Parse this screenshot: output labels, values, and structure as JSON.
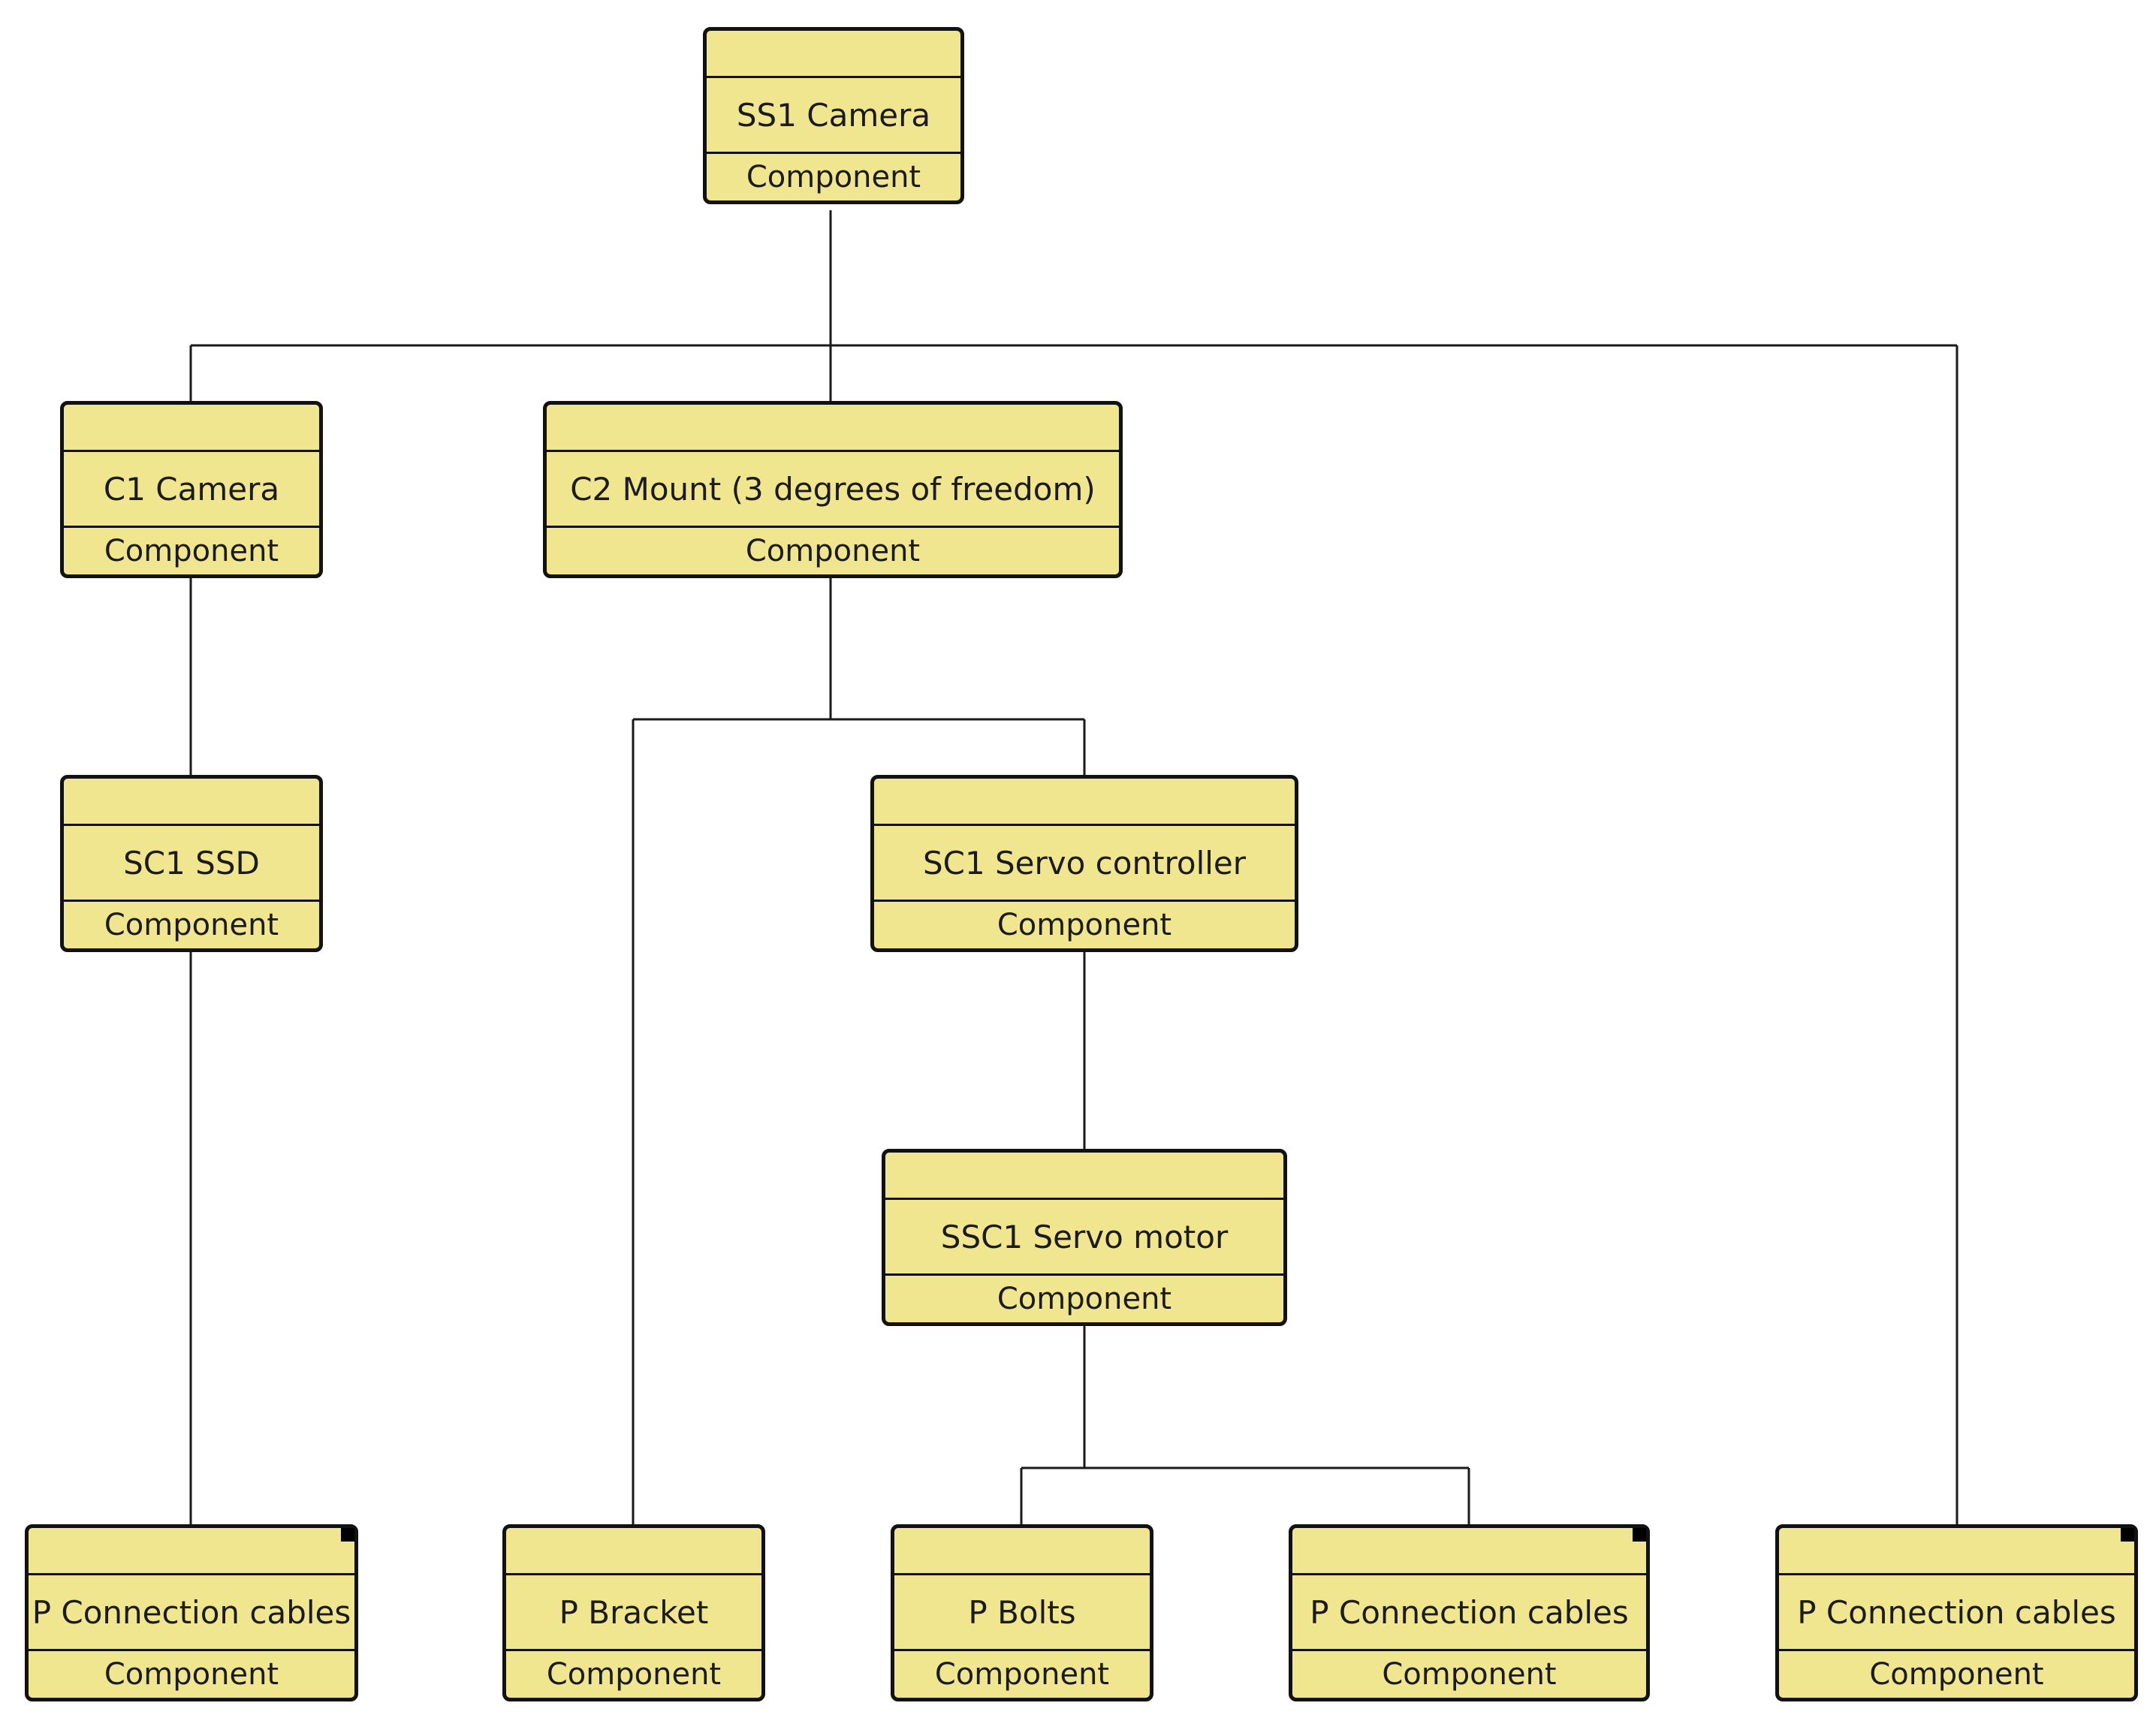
{
  "nodes": [
    {
      "id": "ss1-camera",
      "name": "SS1 Camera",
      "type": "Component",
      "marker": false
    },
    {
      "id": "c1-camera",
      "name": "C1 Camera",
      "type": "Component",
      "marker": false
    },
    {
      "id": "c2-mount",
      "name": "C2 Mount (3 degrees of freedom)",
      "type": "Component",
      "marker": false
    },
    {
      "id": "sc1-ssd",
      "name": "SC1 SSD",
      "type": "Component",
      "marker": false
    },
    {
      "id": "sc1-servo-controller",
      "name": "SC1 Servo controller",
      "type": "Component",
      "marker": false
    },
    {
      "id": "ssc1-servo-motor",
      "name": "SSC1 Servo motor",
      "type": "Component",
      "marker": false
    },
    {
      "id": "p-connection-cables-1",
      "name": "P Connection cables",
      "type": "Component",
      "marker": true
    },
    {
      "id": "p-bracket",
      "name": "P Bracket",
      "type": "Component",
      "marker": false
    },
    {
      "id": "p-bolts",
      "name": "P Bolts",
      "type": "Component",
      "marker": false
    },
    {
      "id": "p-connection-cables-2",
      "name": "P Connection cables",
      "type": "Component",
      "marker": true
    },
    {
      "id": "p-connection-cables-3",
      "name": "P Connection cables",
      "type": "Component",
      "marker": true
    }
  ],
  "edges": [
    {
      "from": "ss1-camera",
      "to": "c1-camera"
    },
    {
      "from": "ss1-camera",
      "to": "c2-mount"
    },
    {
      "from": "ss1-camera",
      "to": "p-connection-cables-3"
    },
    {
      "from": "c1-camera",
      "to": "sc1-ssd"
    },
    {
      "from": "sc1-ssd",
      "to": "p-connection-cables-1"
    },
    {
      "from": "c2-mount",
      "to": "p-bracket"
    },
    {
      "from": "c2-mount",
      "to": "sc1-servo-controller"
    },
    {
      "from": "sc1-servo-controller",
      "to": "ssc1-servo-motor"
    },
    {
      "from": "ssc1-servo-motor",
      "to": "p-bolts"
    },
    {
      "from": "ssc1-servo-motor",
      "to": "p-connection-cables-2"
    }
  ]
}
